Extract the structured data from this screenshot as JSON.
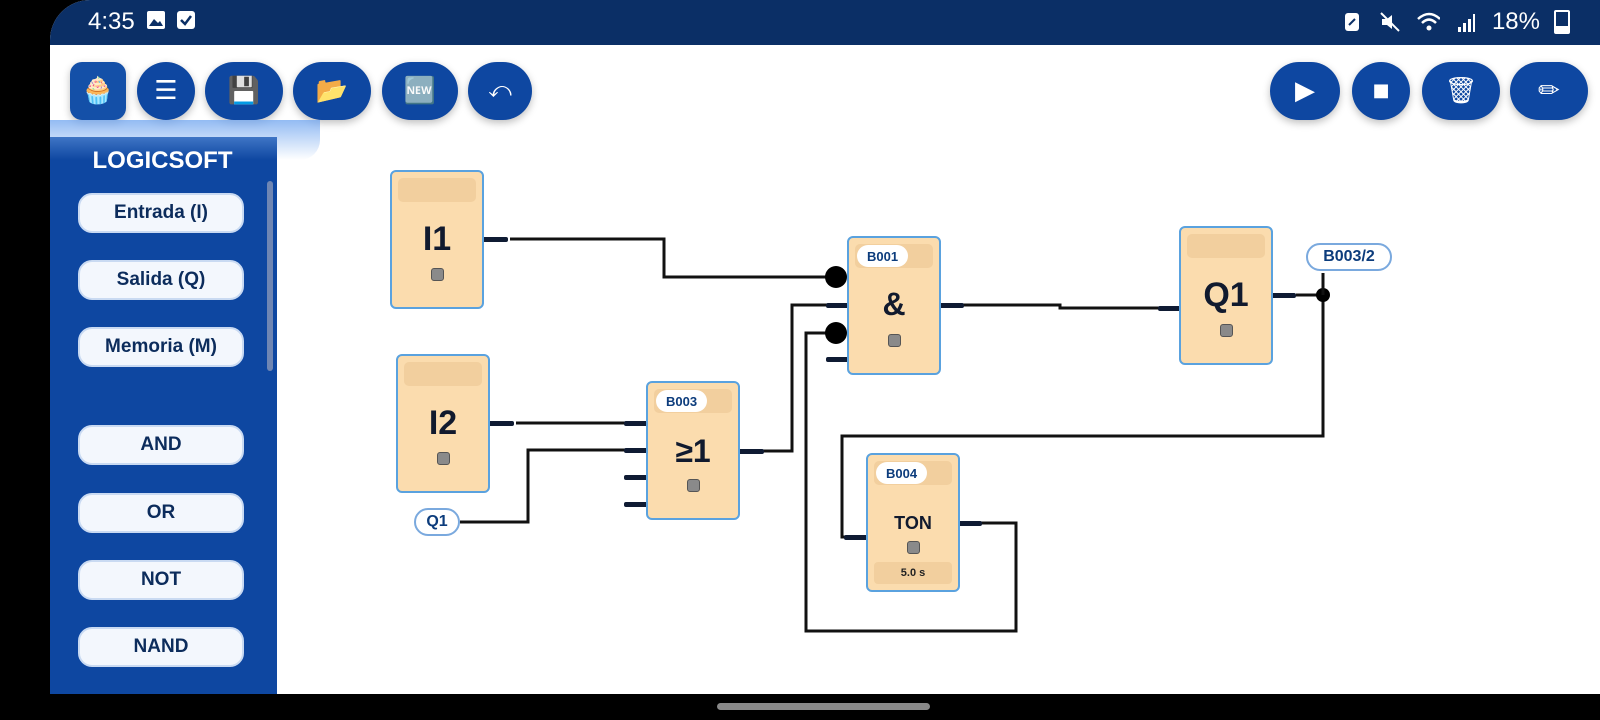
{
  "status_bar": {
    "time": "4:35",
    "left_icons": [
      "image-icon",
      "check-box-icon"
    ],
    "right_icons": [
      "nfc-icon",
      "mute-icon",
      "wifi-icon",
      "signal-icon"
    ],
    "battery": "18%"
  },
  "toolbar": {
    "left": [
      {
        "name": "cupcake-button",
        "glyph": "🧁"
      },
      {
        "name": "menu-button",
        "glyph": "☰"
      },
      {
        "name": "save-button",
        "glyph": "💾"
      },
      {
        "name": "open-folder-button",
        "glyph": "📂"
      },
      {
        "name": "new-button",
        "glyph": "🆕"
      },
      {
        "name": "undo-button",
        "glyph": "⤺"
      }
    ],
    "right": [
      {
        "name": "play-button",
        "glyph": "▶"
      },
      {
        "name": "stop-button",
        "glyph": "■"
      },
      {
        "name": "delete-button",
        "glyph": "🗑"
      },
      {
        "name": "edit-button",
        "glyph": "✏"
      }
    ]
  },
  "sidebar": {
    "brand": "LOGICSOFT",
    "items": [
      "Entrada (I)",
      "Salida (Q)",
      "Memoria (M)",
      "AND",
      "OR",
      "NOT",
      "NAND"
    ]
  },
  "blocks": {
    "i1": {
      "label": "I1"
    },
    "i2": {
      "label": "I2"
    },
    "b003": {
      "tag": "B003",
      "label": "≥1"
    },
    "b001": {
      "tag": "B001",
      "label": "&"
    },
    "q1": {
      "label": "Q1"
    },
    "b004": {
      "tag": "B004",
      "label": "TON",
      "param": "5.0 s"
    }
  },
  "net_labels": {
    "q1_ref": "Q1",
    "b003_2": "B003/2"
  },
  "colors": {
    "primary": "#0e47a1",
    "status_bar": "#0b2f66",
    "block_fill": "#fbdcae",
    "block_border": "#5aa2df",
    "wire": "#111111"
  }
}
